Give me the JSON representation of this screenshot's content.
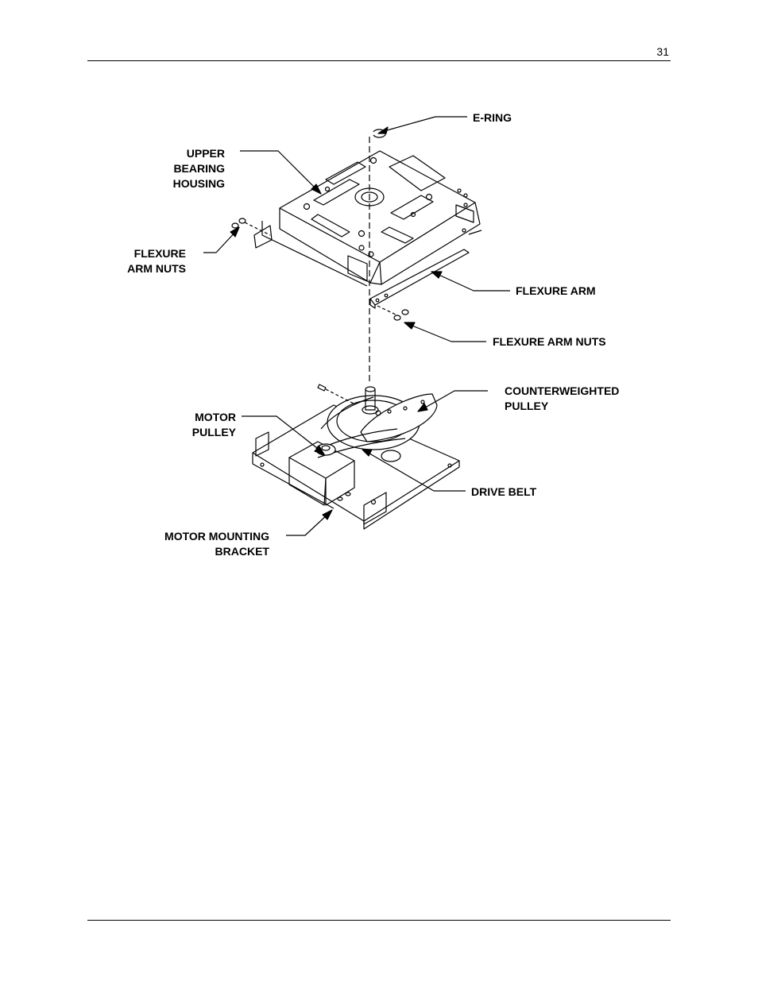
{
  "page": {
    "number": "31"
  },
  "callouts": {
    "e_ring": "E-RING",
    "upper_bearing_housing": "UPPER\nBEARING\nHOUSING",
    "flexure_arm_nuts_left": "FLEXURE\nARM NUTS",
    "flexure_arm": "FLEXURE ARM",
    "flexure_arm_nuts_right": "FLEXURE ARM NUTS",
    "counterweighted_pulley": "COUNTERWEIGHTED\nPULLEY",
    "motor_pulley": "MOTOR\nPULLEY",
    "drive_belt": "DRIVE BELT",
    "motor_mounting_bracket": "MOTOR MOUNTING\nBRACKET"
  }
}
